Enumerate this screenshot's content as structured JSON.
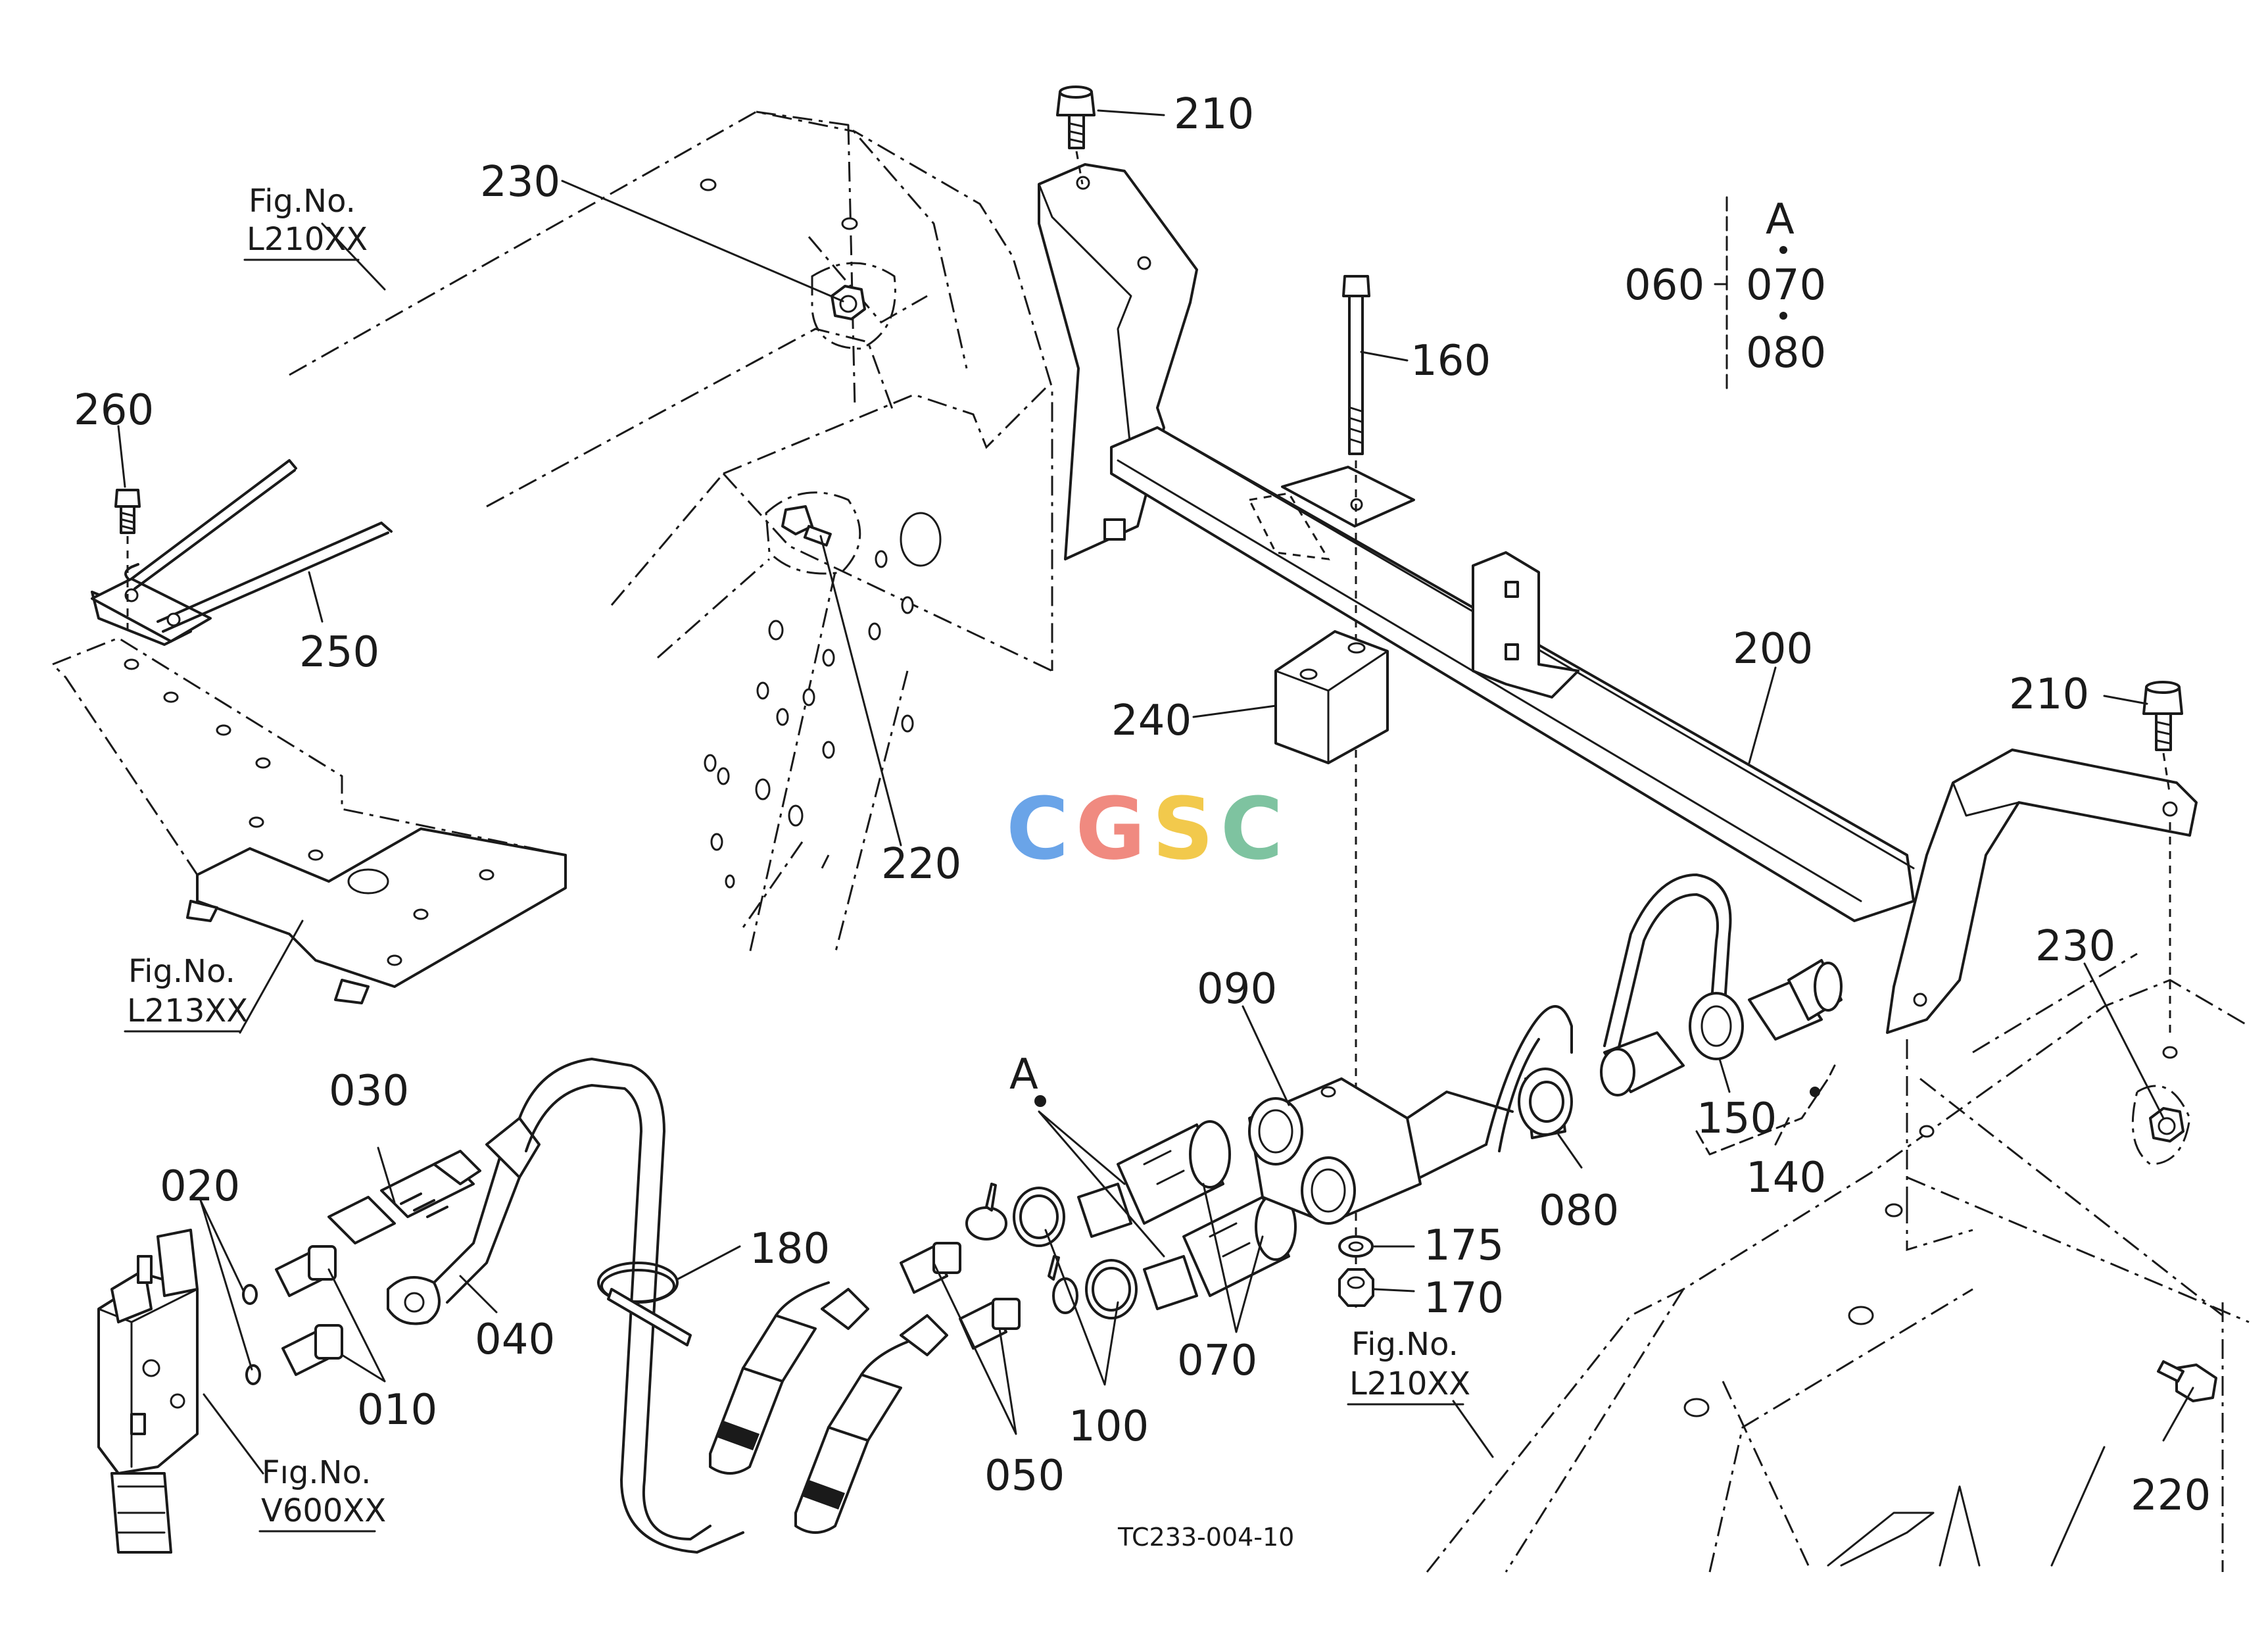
{
  "diagram": {
    "part_labels": {
      "p210_top": "210",
      "p230_top": "230",
      "p160": "160",
      "p060": "060",
      "pA_group": "A",
      "p070_group": "070",
      "p080_group": "080",
      "p260": "260",
      "p250": "250",
      "p200": "200",
      "p210_right": "210",
      "p240": "240",
      "p220_mid": "220",
      "p230_right": "230",
      "p090": "090",
      "pA_callout": "A",
      "p030": "030",
      "p020": "020",
      "p180": "180",
      "p175": "175",
      "p080": "080",
      "p150": "150",
      "p140": "140",
      "p040": "040",
      "p170": "170",
      "p010": "010",
      "p070": "070",
      "p100": "100",
      "p050": "050",
      "p220_right": "220"
    },
    "figure_refs": {
      "top_left": {
        "label": "Fig.No.",
        "code": "L210XX"
      },
      "mid_left": {
        "label": "Fig.No.",
        "code": "L213XX"
      },
      "bottom_left": {
        "label": "Fıg.No.",
        "code": "V600XX"
      },
      "bottom_center": {
        "label": "Fig.No.",
        "code": "L210XX"
      }
    },
    "watermark": "CGSC",
    "watermark_colors": [
      "#6aa4e8",
      "#f08a80",
      "#f2c94c",
      "#7ec3a0"
    ],
    "drawing_code": "TC233-004-10"
  }
}
